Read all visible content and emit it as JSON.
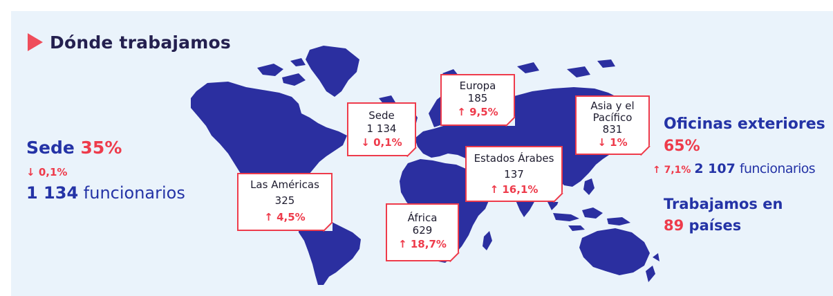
{
  "title": "Dónde trabajamos",
  "colors": {
    "accent": "#ee3b4b",
    "brand_blue": "#2433a6",
    "map": "#2b2fa0",
    "background": "#eaf3fb"
  },
  "sede": {
    "label": "Sede",
    "percent": "35%",
    "change": "0,1%",
    "change_direction": "down",
    "count": "1 134",
    "count_label": "funcionarios"
  },
  "offices": {
    "label": "Oficinas exteriores",
    "percent": "65%",
    "change": "7,1%",
    "change_direction": "up",
    "count": "2 107",
    "count_label": "funcionarios"
  },
  "countries": {
    "line1": "Trabajamos en",
    "number": "89",
    "label": "países"
  },
  "regions": [
    {
      "name": "Las Américas",
      "count": "325",
      "change": "4,5%",
      "direction": "up"
    },
    {
      "name": "Sede",
      "count": "1 134",
      "change": "0,1%",
      "direction": "down"
    },
    {
      "name": "Europa",
      "count": "185",
      "change": "9,5%",
      "direction": "up"
    },
    {
      "name": "Asia y el Pacífico",
      "count": "831",
      "change": "1%",
      "direction": "down"
    },
    {
      "name": "Estados Árabes",
      "count": "137",
      "change": "16,1%",
      "direction": "up"
    },
    {
      "name": "África",
      "count": "629",
      "change": "18,7%",
      "direction": "up"
    }
  ],
  "icons": {
    "up": "arrow-up-icon",
    "down": "arrow-down-icon",
    "bullet": "triangle-bullet-icon"
  }
}
